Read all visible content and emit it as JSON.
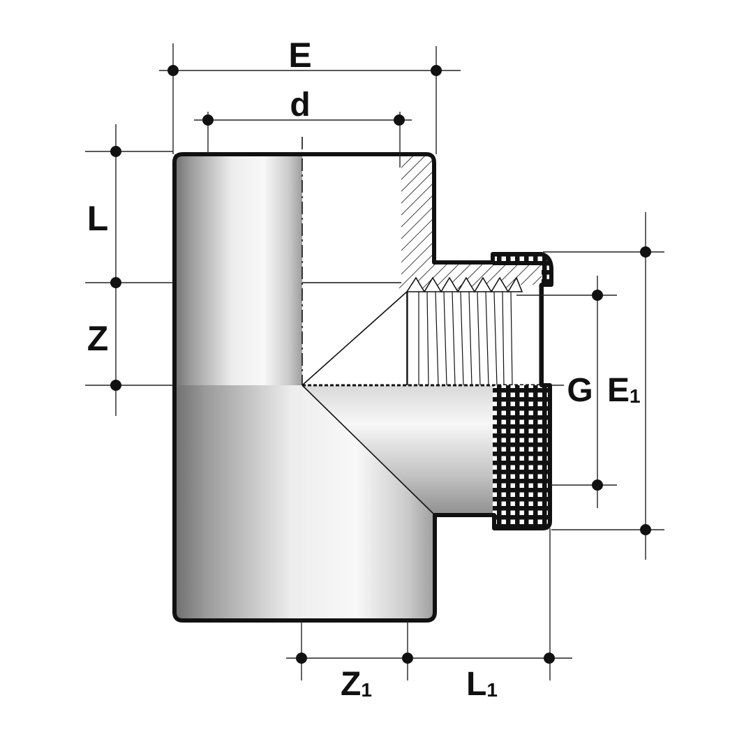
{
  "labels": {
    "E": "E",
    "d": "d",
    "L": "L",
    "Z": "Z",
    "G": "G",
    "E1_main": "E",
    "E1_sub": "1",
    "Z1_main": "Z",
    "Z1_sub": "1",
    "L1_main": "L",
    "L1_sub": "1"
  },
  "colors": {
    "body_light": "#f4f4f4",
    "body_dark": "#8a8a8a",
    "outline": "#111111"
  }
}
